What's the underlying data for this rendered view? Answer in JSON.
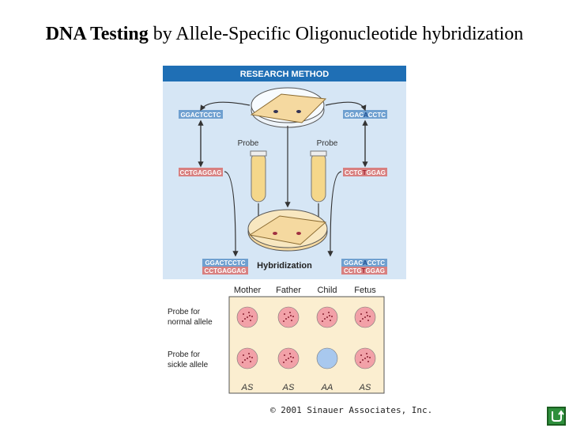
{
  "title": {
    "bold": "DNA Testing",
    "rest": " by Allele-Specific Oligonucleotide hybridization"
  },
  "figure": {
    "header": "RESEARCH METHOD",
    "seq_normal_top": "GGACTCCTC",
    "seq_sickle_top_a": "GGAC",
    "seq_sickle_top_b": "A",
    "seq_sickle_top_c": "CCTC",
    "seq_normal_probe": "CCTGAGGAG",
    "seq_sickle_probe_a": "CCTG",
    "seq_sickle_probe_b": "T",
    "seq_sickle_probe_c": "GGAG",
    "probe_left": "Probe",
    "probe_right": "Probe",
    "hybridization": "Hybridization",
    "hyb_left_top": "GGACTCCTC",
    "hyb_left_bottom": "CCTGAGGAG",
    "hyb_right_top_a": "GGAC",
    "hyb_right_top_b": "A",
    "hyb_right_top_c": "CCTC",
    "hyb_right_bottom_a": "CCTG",
    "hyb_right_bottom_b": "T",
    "hyb_right_bottom_c": "GGAG",
    "columns": [
      "Mother",
      "Father",
      "Child",
      "Fetus"
    ],
    "row1_label": [
      "Probe for",
      "normal  allele"
    ],
    "row2_label": [
      "Probe for",
      "sickle allele"
    ],
    "genotypes": [
      "AS",
      "AS",
      "AA",
      "AS"
    ],
    "row1_hybridized": [
      true,
      true,
      true,
      true
    ],
    "row2_hybridized": [
      true,
      true,
      false,
      true
    ]
  },
  "copyright": "© 2001 Sinauer Associates, Inc.",
  "colors": {
    "header": "#1f6fb5",
    "panel": "#d6e6f5",
    "seq_blue": "#6fa0d0",
    "seq_red": "#d88080",
    "grid_bg": "#fbeed0",
    "dot_pos": "#f2a1a8",
    "dot_neg": "#a8c8ee",
    "gel": "#f5d9a0"
  },
  "icons": {
    "nav": "return-arrow-icon"
  }
}
